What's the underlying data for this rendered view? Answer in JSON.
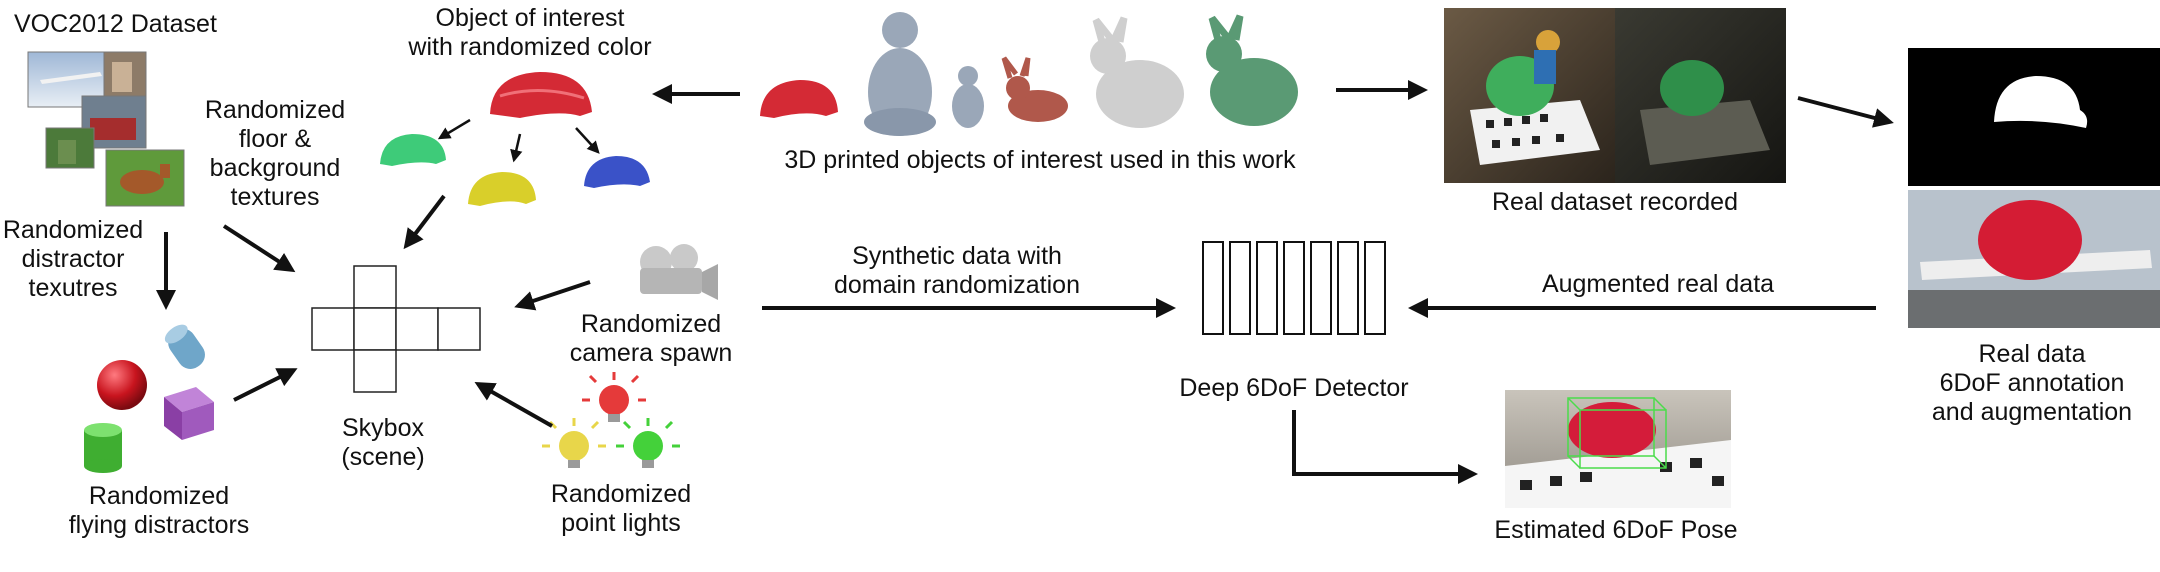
{
  "labels": {
    "voc_dataset": "VOC2012 Dataset",
    "object_of_interest": "Object of interest\nwith randomized color",
    "randomized_floor": "Randomized\nfloor &\nbackground\ntextures",
    "randomized_distractor_textures": "Randomized\ndistractor\ntexutres",
    "randomized_flying_distractors": "Randomized\nflying distractors",
    "skybox": "Skybox\n(scene)",
    "randomized_camera": "Randomized\ncamera spawn",
    "randomized_lights": "Randomized\npoint lights",
    "printed_objects": "3D printed objects of interest used in this work",
    "synthetic_data": "Synthetic data with\ndomain randomization",
    "deep_detector": "Deep 6DoF Detector",
    "real_dataset": "Real dataset recorded",
    "augmented_real": "Augmented real data",
    "real_data_annotation": "Real data\n6DoF annotation\nand augmentation",
    "estimated_pose": "Estimated 6DoF Pose"
  },
  "colors": {
    "object_red": "#d42a35",
    "distractor_green": "#3ecb79",
    "distractor_yellow": "#d9cf2a",
    "distractor_blue": "#3a52c8",
    "sphere_red": "#c8141e",
    "capsule_blue": "#6fa6c9",
    "cube_purple": "#9a4fb5",
    "cylinder_green": "#4cc63a",
    "light_red": "#e53a3a",
    "light_yellow": "#e8d64a",
    "light_green": "#44d13a",
    "print_gray": "#9aa7b8",
    "print_brown": "#b0584b",
    "print_white": "#cfcfcf",
    "print_green": "#5a9a74"
  }
}
